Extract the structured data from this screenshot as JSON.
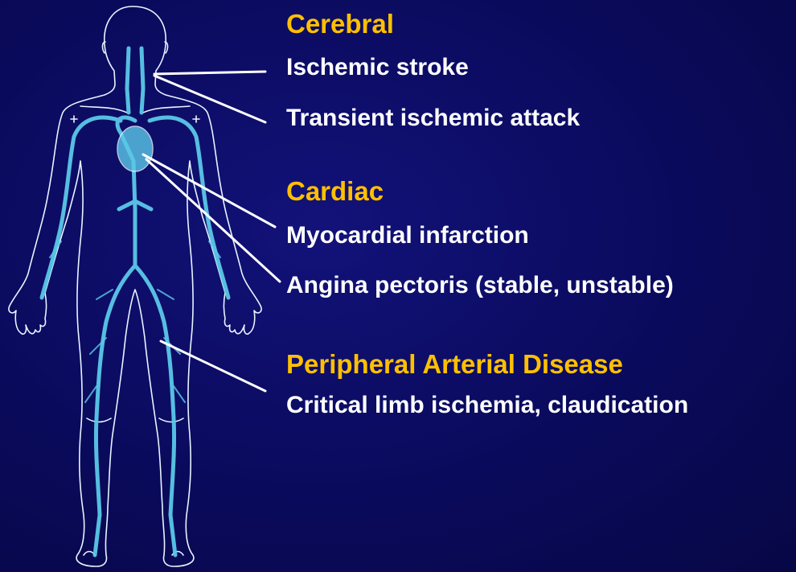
{
  "sections": [
    {
      "heading": "Cerebral",
      "items": [
        "Ischemic stroke",
        "Transient ischemic attack"
      ]
    },
    {
      "heading": "Cardiac",
      "items": [
        "Myocardial infarction",
        "Angina pectoris (stable, unstable)"
      ]
    },
    {
      "heading": "Peripheral Arterial Disease",
      "items": [
        "Critical limb ischemia, claudication"
      ]
    }
  ],
  "colors": {
    "background": "#0a0a5c",
    "heading": "#ffc000",
    "item": "#ffffff",
    "artery": "#5bc8e8",
    "outline": "#e8f4ff"
  },
  "figure": {
    "icon": "human-circulatory-system-illustration"
  }
}
